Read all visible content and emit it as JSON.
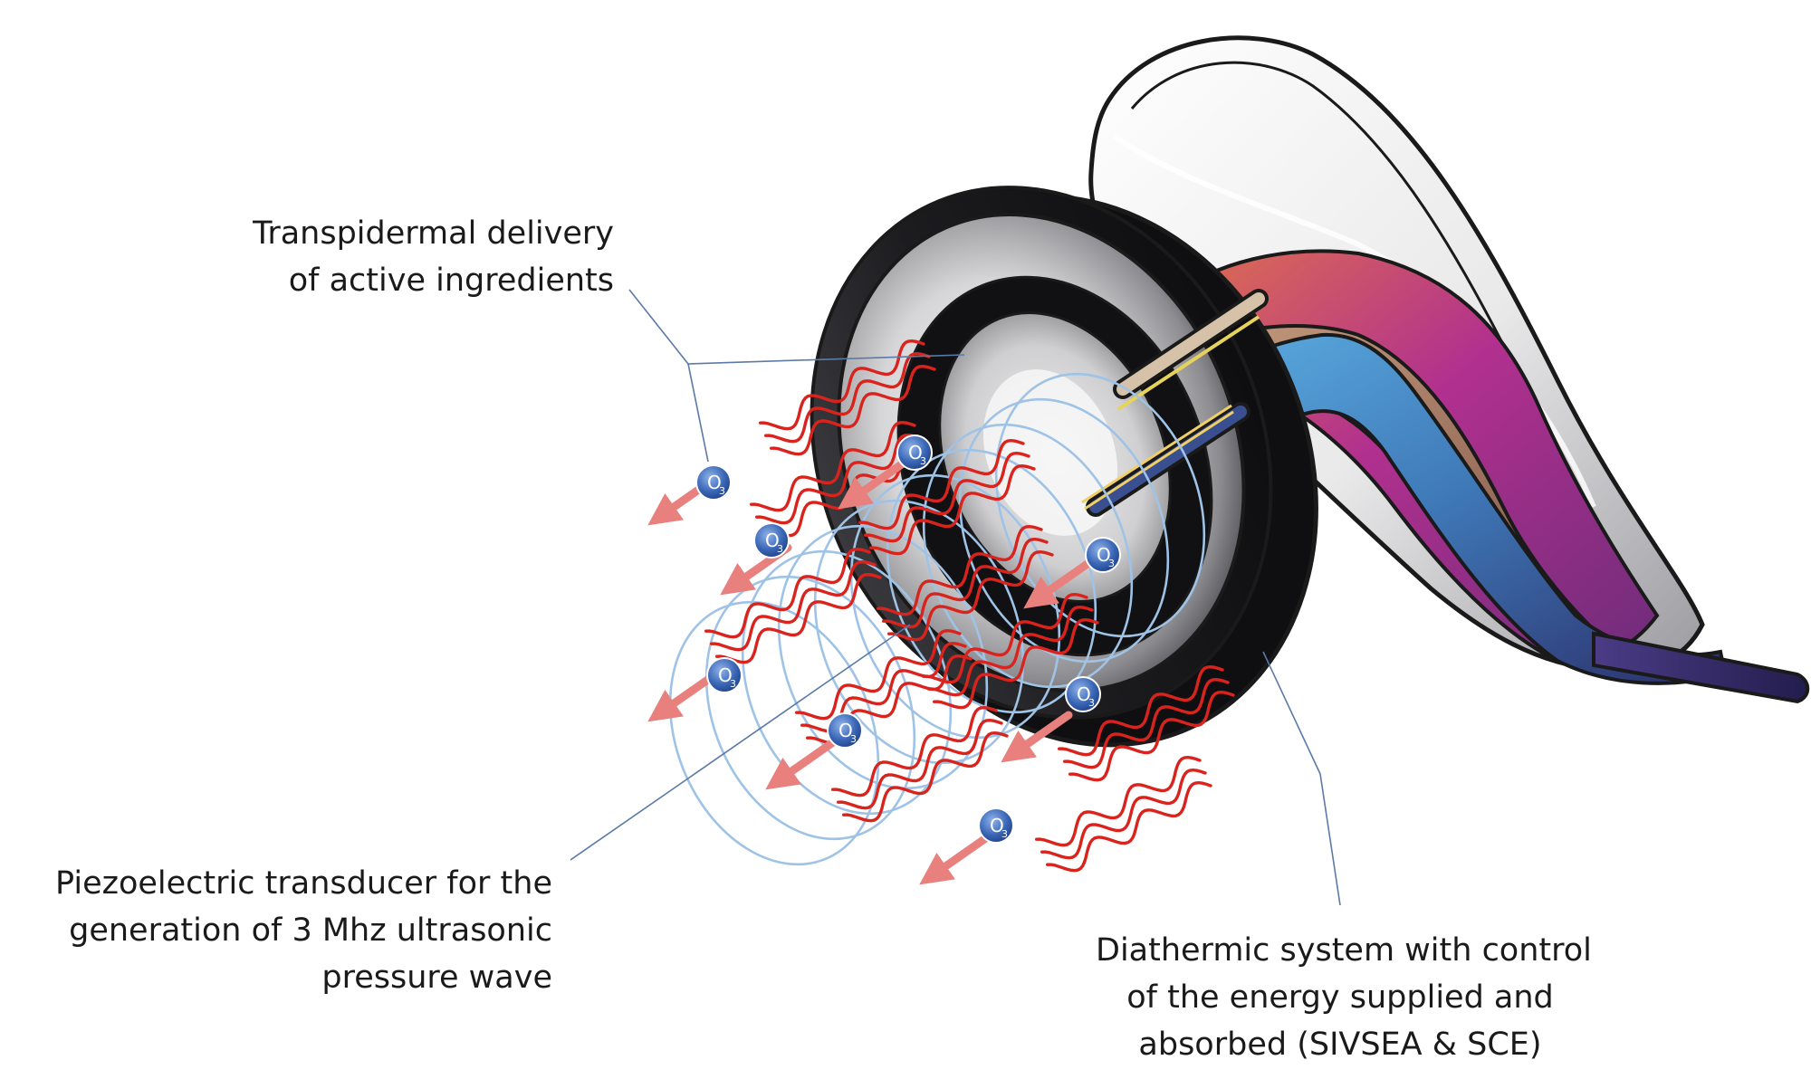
{
  "annotations": {
    "transpidermal": [
      "Transpidermal delivery",
      "of active ingredients"
    ],
    "piezo": [
      "Piezoelectric transducer for the",
      "generation of 3 Mhz ultrasonic",
      "pressure wave"
    ],
    "diathermic": [
      "Diathermic system with control",
      "of the energy supplied and",
      "absorbed (SIVSEA & SCE)"
    ]
  },
  "molecule_label": "O",
  "molecule_subscript": "3",
  "colors": {
    "text": "#1a1a1a",
    "leader_line": "#5b7aa6",
    "heat_wave": "#d9231d",
    "arrow": "#e8817e",
    "coil": "#9ec3e6",
    "molecule": "#2f5fae",
    "device_dark": "#1c1c1f",
    "cable": "#2d2a6a"
  }
}
